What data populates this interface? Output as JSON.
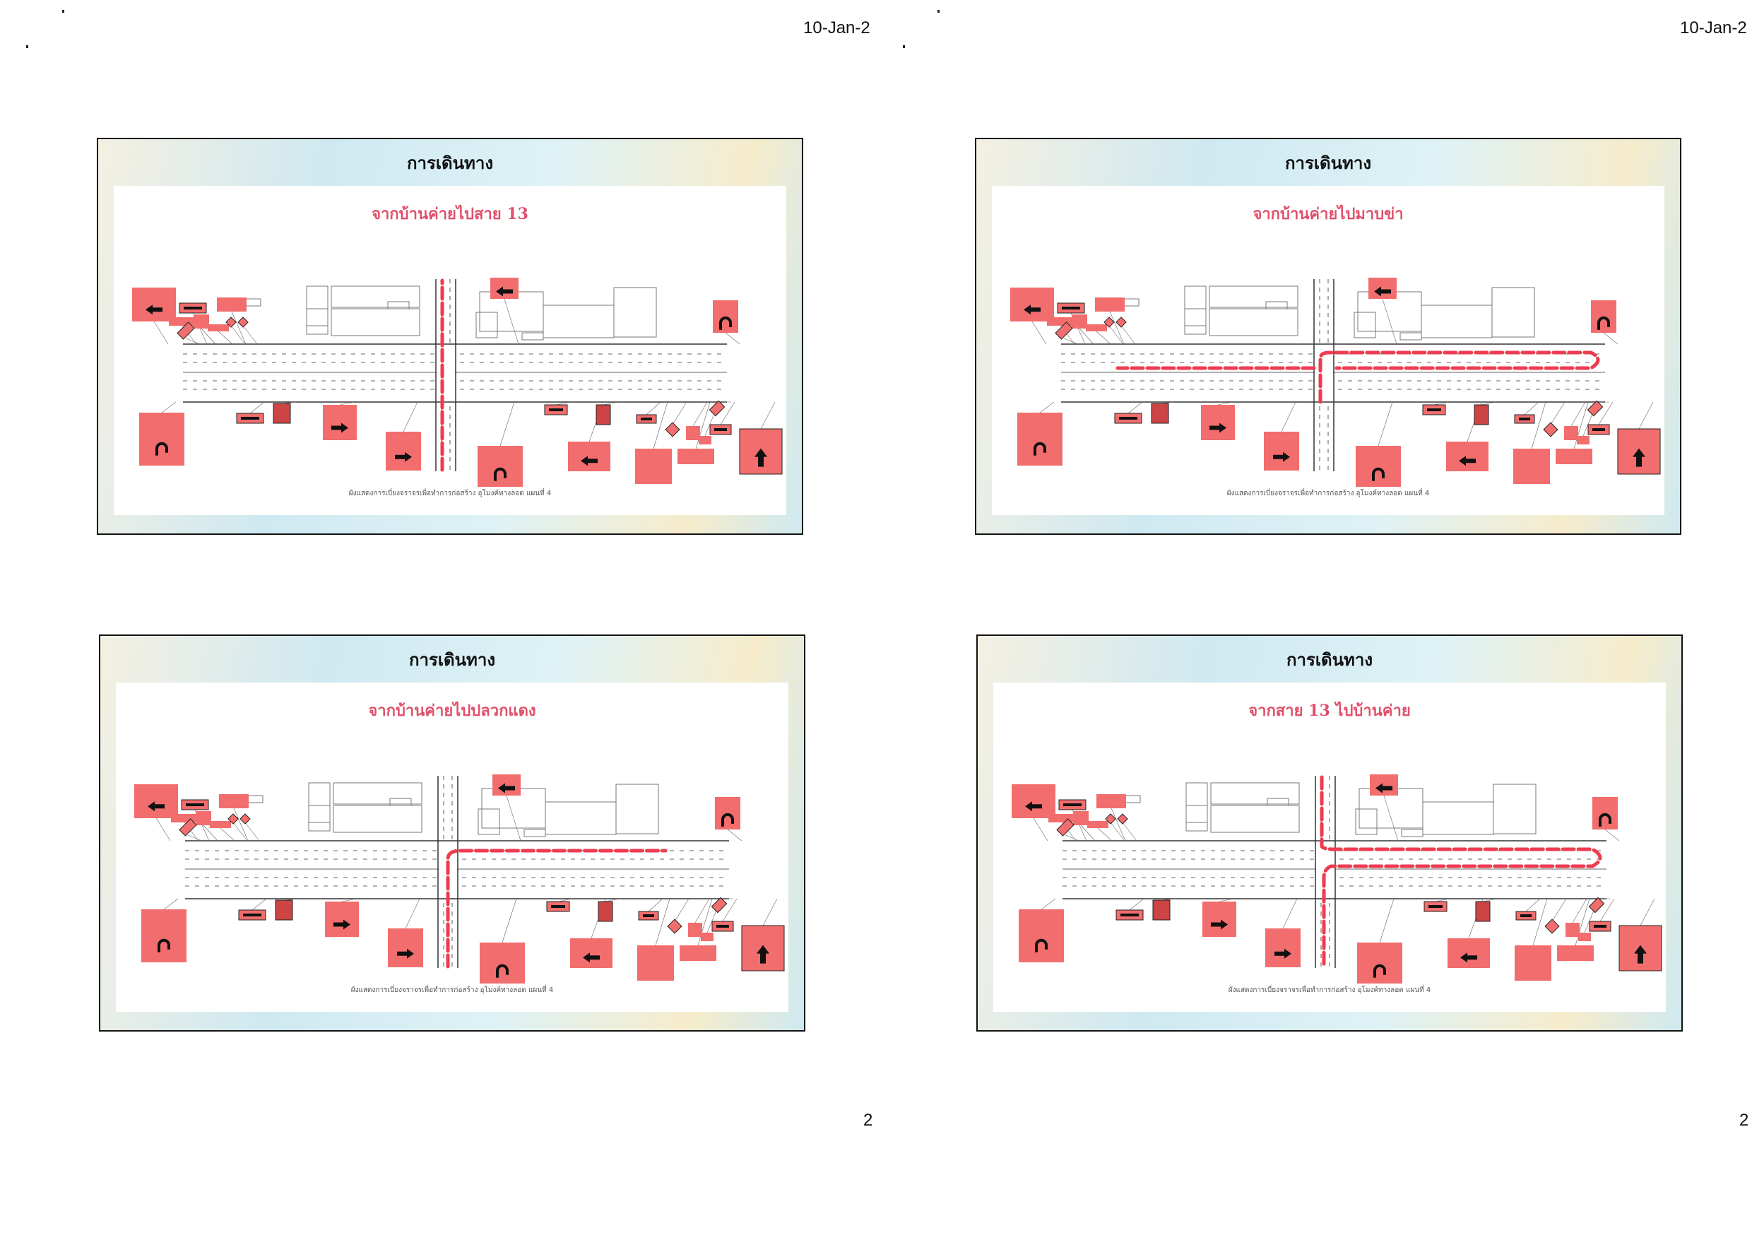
{
  "header": {
    "date_left": "10-Jan-2",
    "date_right": "10-Jan-2"
  },
  "footer": {
    "page_left": "2",
    "page_right": "2"
  },
  "colors": {
    "sign": "#f26d6d",
    "route": "#ee3b4f",
    "subtitle": "#e0506a"
  },
  "panels": [
    {
      "title": "การเดินทาง",
      "subtitle": "จากบ้านค่ายไปสาย 13",
      "caption": "ผังแสดงการเบี่ยงจราจรเพื่อทำการก่อสร้าง อุโมงค์ทางลอด แผนที่ 4",
      "route": "south-north"
    },
    {
      "title": "การเดินทาง",
      "subtitle": "จากบ้านค่ายไปมาบข่า",
      "caption": "ผังแสดงการเบี่ยงจราจรเพื่อทำการก่อสร้าง อุโมงค์ทางลอด แผนที่ 4",
      "route": "uturn-east"
    },
    {
      "title": "การเดินทาง",
      "subtitle": "จากบ้านค่ายไปปลวกแดง",
      "caption": "ผังแสดงการเบี่ยงจราจรเพื่อทำการก่อสร้าง อุโมงค์ทางลอด แผนที่ 4",
      "route": "turn-east"
    },
    {
      "title": "การเดินทาง",
      "subtitle": "จากสาย 13 ไปบ้านค่าย",
      "caption": "ผังแสดงการเบี่ยงจราจรเพื่อทำการก่อสร้าง อุโมงค์ทางลอด แผนที่ 4",
      "route": "north-uturn"
    }
  ]
}
